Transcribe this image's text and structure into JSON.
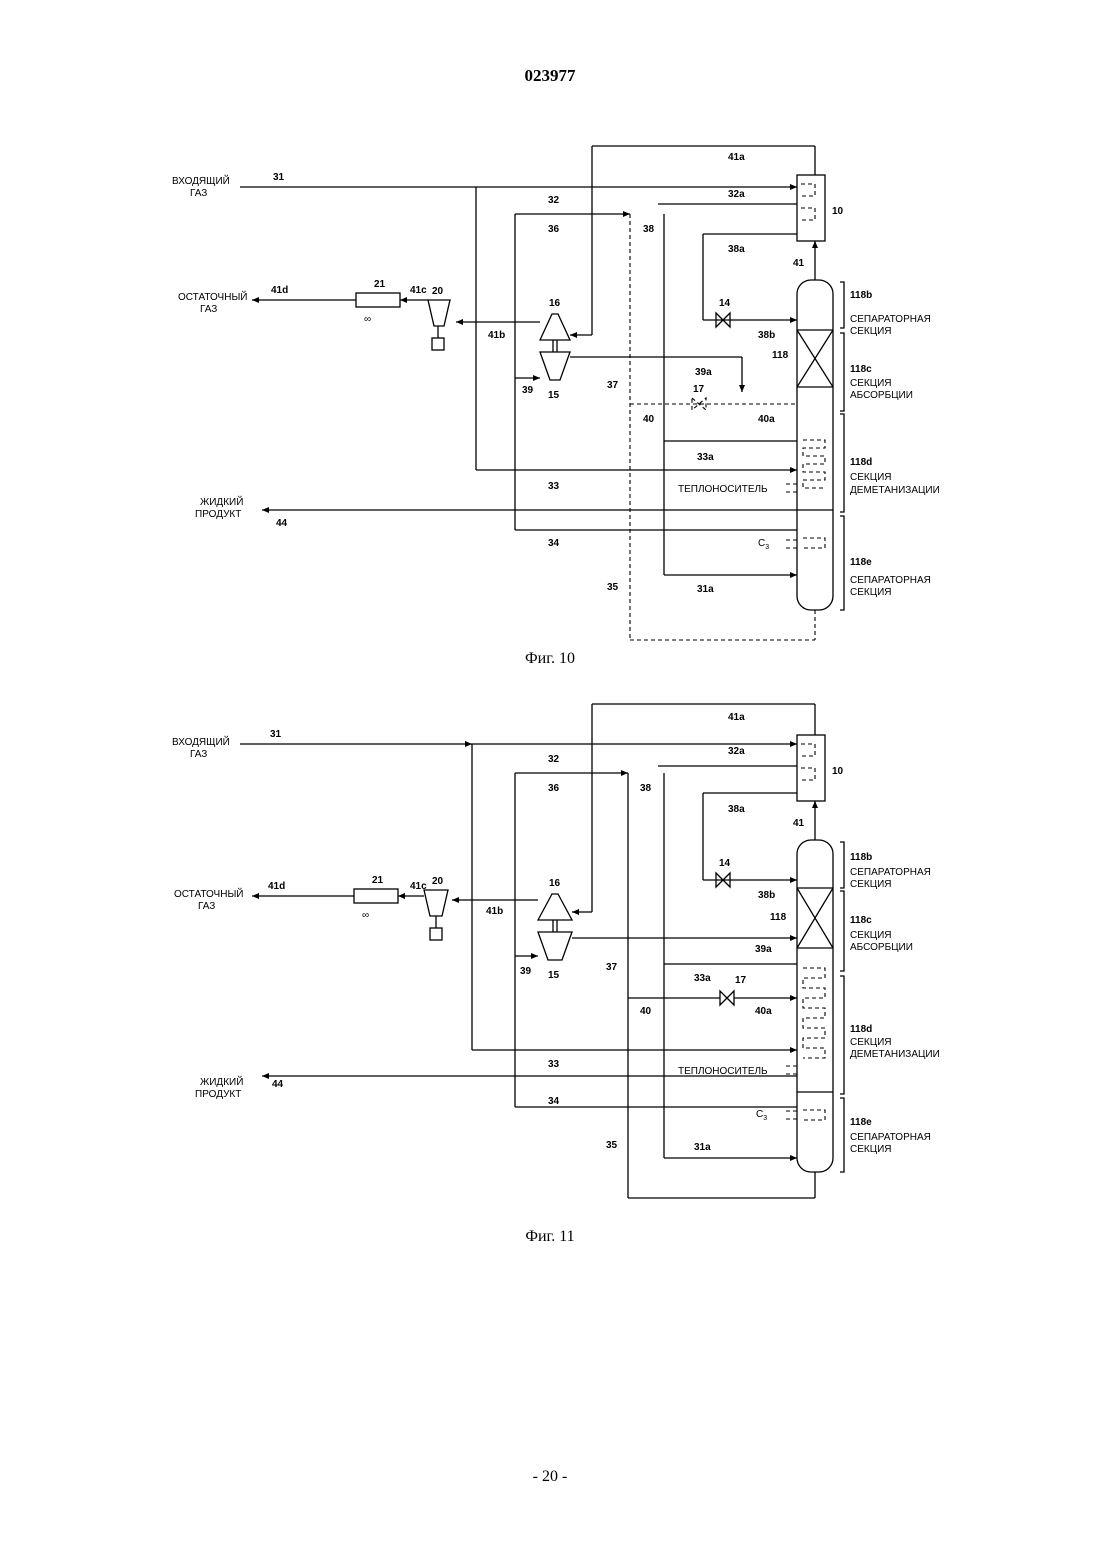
{
  "page": {
    "document_number": "023977",
    "page_number": "- 20 -"
  },
  "labels": {
    "inlet_gas_1": "ВХОДЯЩИЙ",
    "inlet_gas_2": "ГАЗ",
    "residue_gas_1": "ОСТАТОЧНЫЙ",
    "residue_gas_2": "ГАЗ",
    "liquid_product_1": "ЖИДКИЙ",
    "liquid_product_2": "ПРОДУКТ",
    "heat_medium": "ТЕПЛОНОСИТЕЛЬ",
    "c3": "C",
    "c3_sub": "3",
    "sep_section_1": "СЕПАРАТОРНАЯ",
    "sep_section_2": "СЕКЦИЯ",
    "abs_section_1": "СЕКЦИЯ",
    "abs_section_2": "АБСОРБЦИИ",
    "demeth_section_1": "СЕКЦИЯ",
    "demeth_section_2": "ДЕМЕТАНИЗАЦИИ"
  },
  "fig10": {
    "caption": "Фиг. 10",
    "streams": {
      "s31": "31",
      "s32": "32",
      "s32a": "32a",
      "s33": "33",
      "s33a": "33a",
      "s34": "34",
      "s35": "35",
      "s36": "36",
      "s37": "37",
      "s38": "38",
      "s38a": "38a",
      "s38b": "38b",
      "s39": "39",
      "s39a": "39a",
      "s40": "40",
      "s40a": "40a",
      "s41": "41",
      "s41a": "41a",
      "s41b": "41b",
      "s41c": "41c",
      "s41d": "41d",
      "s44": "44",
      "s31a": "31a"
    },
    "equipment": {
      "e10": "10",
      "e14": "14",
      "e15": "15",
      "e16": "16",
      "e17": "17",
      "e20": "20",
      "e21": "21",
      "e118": "118",
      "e118b": "118b",
      "e118c": "118c",
      "e118d": "118d",
      "e118e": "118e"
    }
  },
  "fig11": {
    "caption": "Фиг. 11",
    "streams": {
      "s31": "31",
      "s32": "32",
      "s32a": "32a",
      "s33": "33",
      "s33a": "33a",
      "s34": "34",
      "s35": "35",
      "s36": "36",
      "s37": "37",
      "s38": "38",
      "s38a": "38a",
      "s38b": "38b",
      "s39": "39",
      "s39a": "39a",
      "s40": "40",
      "s40a": "40a",
      "s41": "41",
      "s41a": "41a",
      "s41b": "41b",
      "s41c": "41c",
      "s41d": "41d",
      "s44": "44",
      "s31a": "31a"
    },
    "equipment": {
      "e10": "10",
      "e14": "14",
      "e15": "15",
      "e16": "16",
      "e17": "17",
      "e20": "20",
      "e21": "21",
      "e118": "118",
      "e118b": "118b",
      "e118c": "118c",
      "e118d": "118d",
      "e118e": "118e"
    }
  }
}
